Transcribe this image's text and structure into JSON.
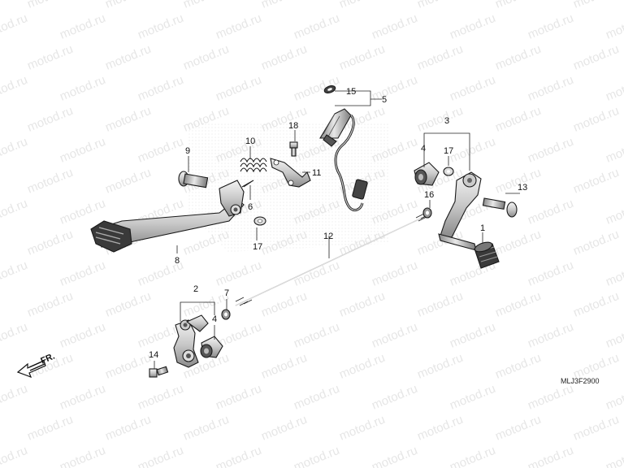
{
  "watermark": {
    "text": "motod.ru",
    "color": "#e6e6e6"
  },
  "diagram_code": "MLJ3F2900",
  "direction_marker": {
    "label": "FR.",
    "icon": "arrow-left-icon"
  },
  "callouts": {
    "c1": "1",
    "c2": "2",
    "c3": "3",
    "c4a": "4",
    "c4b": "4",
    "c5": "5",
    "c6": "6",
    "c7": "7",
    "c8": "8",
    "c9": "9",
    "c10": "10",
    "c11": "11",
    "c12": "12",
    "c13": "13",
    "c14": "14",
    "c15": "15",
    "c16": "16",
    "c17a": "17",
    "c17b": "17",
    "c18": "18"
  }
}
